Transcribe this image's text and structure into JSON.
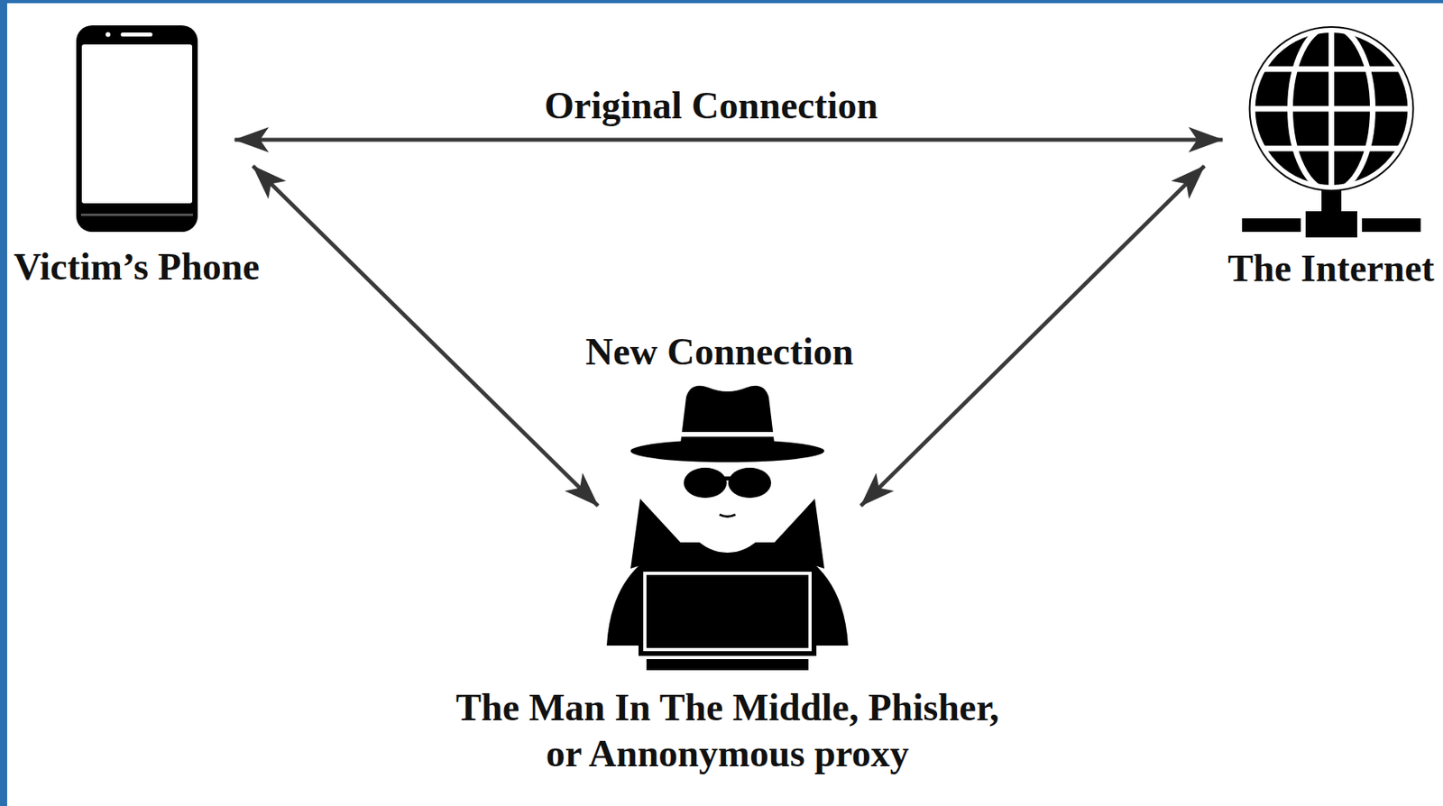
{
  "diagram": {
    "nodes": [
      {
        "text": [
          "Victim’s Phone"
        ]
      },
      {
        "text": [
          "The Internet"
        ]
      },
      {
        "text": [
          "The Man In The Middle, Phisher, or Annonymous proxy"
        ]
      }
    ],
    "edges": [
      {
        "from": 0,
        "to": 1,
        "arrow": "both",
        "label": "Original Connection"
      },
      {
        "from": 0,
        "to": 2,
        "arrow": "both"
      },
      {
        "from": 2,
        "to": 1,
        "arrow": "both"
      }
    ],
    "labels": [
      "New Connection"
    ]
  }
}
